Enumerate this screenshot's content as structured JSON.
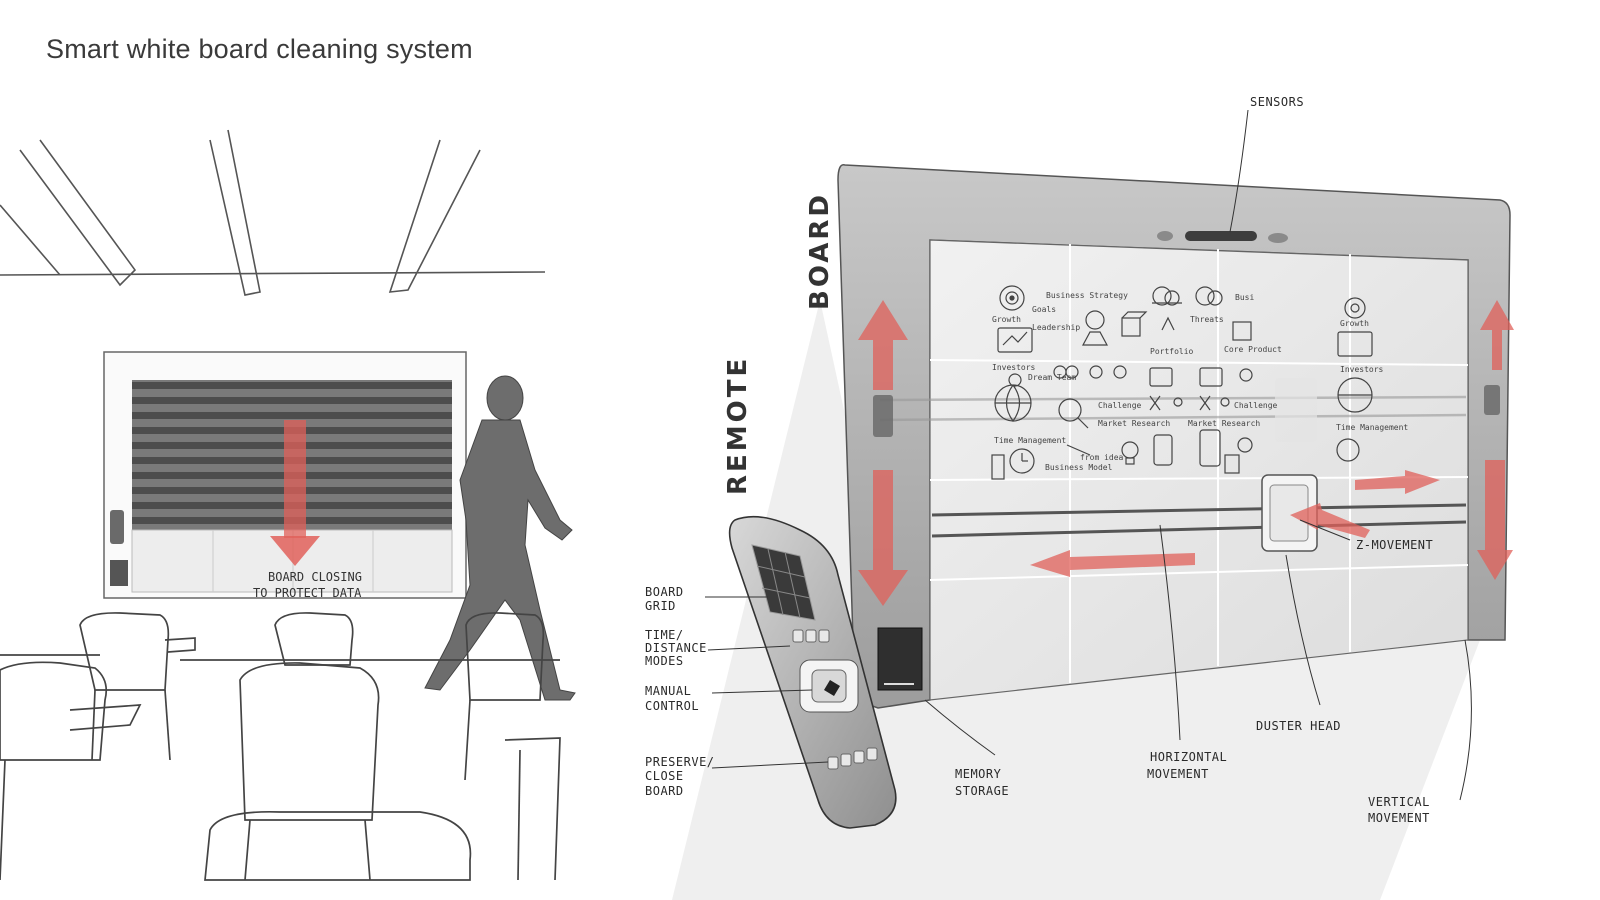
{
  "title": "Smart white board cleaning system",
  "left_scene": {
    "caption_line1": "BOARD CLOSING",
    "caption_line2": "TO PROTECT DATA"
  },
  "section_labels": {
    "board": "BOARD",
    "remote": "REMOTE"
  },
  "callouts": {
    "sensors": "SENSORS",
    "z_movement": "Z-MOVEMENT",
    "duster_head": "DUSTER HEAD",
    "horizontal_l1": "HORIZONTAL",
    "horizontal_l2": "MOVEMENT",
    "memory_l1": "MEMORY",
    "memory_l2": "STORAGE",
    "vertical_l1": "VERTICAL",
    "vertical_l2": "MOVEMENT"
  },
  "remote_callouts": {
    "grid_l1": "BOARD",
    "grid_l2": "GRID",
    "modes_l1": "TIME/",
    "modes_l2": "DISTANCE",
    "modes_l3": "MODES",
    "manual_l1": "MANUAL",
    "manual_l2": "CONTROL",
    "preserve_l1": "PRESERVE/",
    "preserve_l2": "CLOSE",
    "preserve_l3": "BOARD"
  },
  "board_doodles": {
    "strategy": "Business Strategy",
    "goals": "Goals",
    "growth": "Growth",
    "threats": "Threats",
    "busi": "Busi",
    "leadership": "Leadership",
    "core_product": "Core Product",
    "portfolio": "Portfolio",
    "investors": "Investors",
    "dream_team": "Dream Team",
    "challenge": "Challenge",
    "market_research": "Market Research",
    "time_mgmt": "Time Management",
    "business_model": "Business Model",
    "idea": "from idea"
  },
  "colors": {
    "accent_red": "#e0605a",
    "board_frame": "#b9b9b9",
    "sketch_gray": "#7d7d7d"
  }
}
